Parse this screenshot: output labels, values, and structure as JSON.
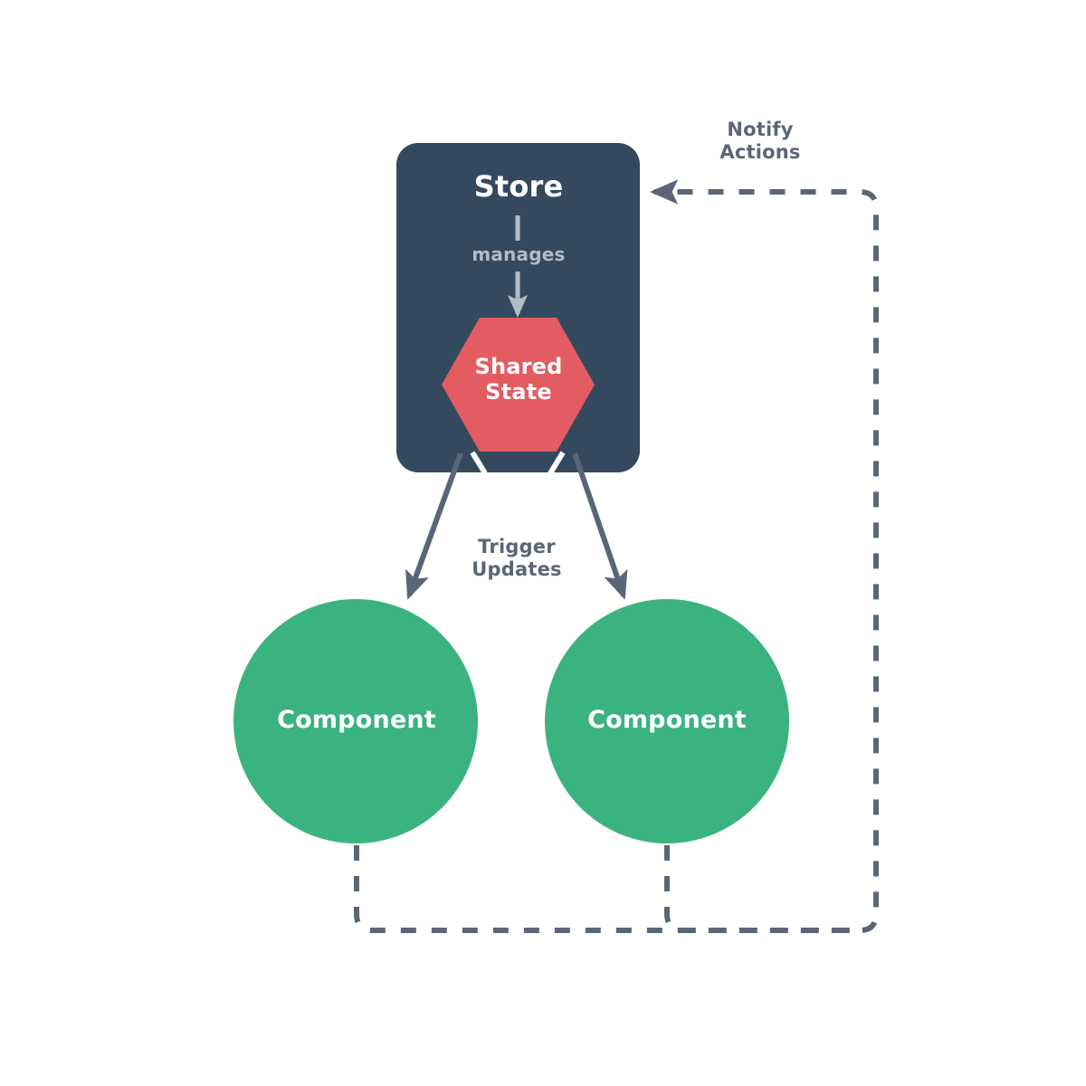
{
  "diagram": {
    "title": "Store / Shared State / Component state-management flow",
    "background_color": "#ffffff",
    "colors": {
      "store_fill": "#35495e",
      "shared_state_fill": "#e25c62",
      "component_fill": "#3bb37f",
      "edge_stroke": "#5a6678",
      "manages_stroke": "#b3bcc6",
      "node_text": "#ffffff",
      "edge_label_text": "#5a6678",
      "manages_label_text": "#b3bcc6"
    },
    "nodes": [
      {
        "id": "store",
        "label": "Store",
        "shape": "rounded-rectangle",
        "fill": "#35495e",
        "text_color": "#ffffff"
      },
      {
        "id": "shared-state",
        "label": "Shared\nState",
        "shape": "hexagon",
        "fill": "#e25c62",
        "text_color": "#ffffff"
      },
      {
        "id": "component-left",
        "label": "Component",
        "shape": "circle",
        "fill": "#3bb37f",
        "text_color": "#ffffff"
      },
      {
        "id": "component-right",
        "label": "Component",
        "shape": "circle",
        "fill": "#3bb37f",
        "text_color": "#ffffff"
      }
    ],
    "edges": [
      {
        "id": "store-manages-shared-state",
        "from": "store",
        "to": "shared-state",
        "label": "manages",
        "style": "solid",
        "arrow": "single",
        "stroke": "#b3bcc6"
      },
      {
        "id": "shared-state-to-component-left",
        "from": "shared-state",
        "to": "component-left",
        "label": "Trigger\nUpdates",
        "style": "solid",
        "arrow": "single",
        "stroke": "#5a6678"
      },
      {
        "id": "shared-state-to-component-right",
        "from": "shared-state",
        "to": "component-right",
        "label": "Trigger\nUpdates",
        "style": "solid",
        "arrow": "single",
        "stroke": "#5a6678"
      },
      {
        "id": "component-left-to-store",
        "from": "component-left",
        "to": "store",
        "label": "Notify\nActions",
        "style": "dashed",
        "arrow": "single",
        "stroke": "#5a6678"
      },
      {
        "id": "component-right-to-store",
        "from": "component-right",
        "to": "store",
        "label": "Notify\nActions",
        "style": "dashed",
        "arrow": "single",
        "stroke": "#5a6678"
      }
    ],
    "labels": {
      "store": "Store",
      "shared_state": "Shared\nState",
      "component_left": "Component",
      "component_right": "Component",
      "manages": "manages",
      "notify_actions": "Notify\nActions",
      "trigger_updates": "Trigger\nUpdates"
    }
  }
}
